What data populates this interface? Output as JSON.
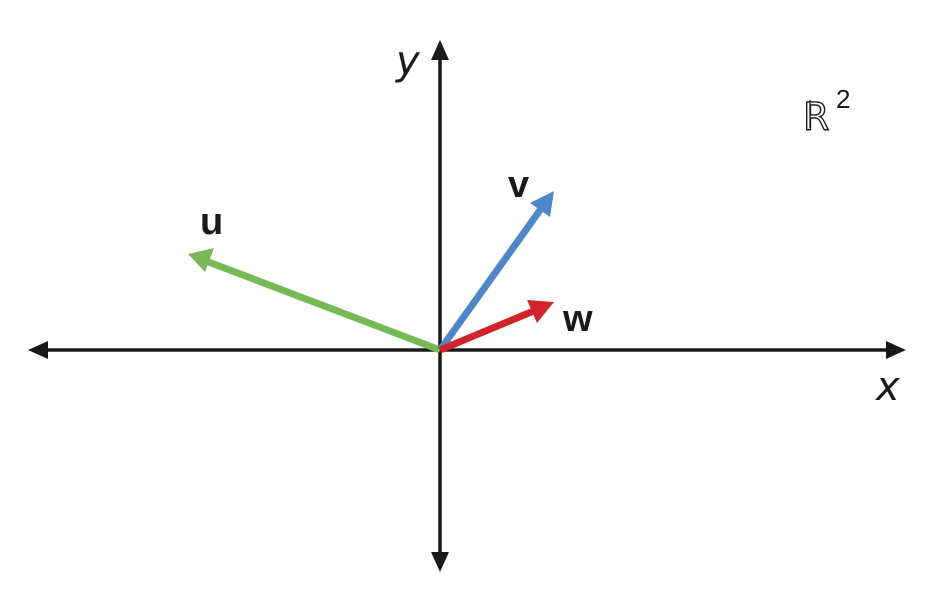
{
  "diagram": {
    "x_axis_label": "x",
    "y_axis_label": "y",
    "space": {
      "symbol": "R",
      "exponent": "2"
    },
    "vectors": [
      {
        "id": "u",
        "label": "u",
        "color": "#77b957"
      },
      {
        "id": "v",
        "label": "v",
        "color": "#4e86c8"
      },
      {
        "id": "w",
        "label": "w",
        "color": "#d0242b"
      }
    ]
  }
}
